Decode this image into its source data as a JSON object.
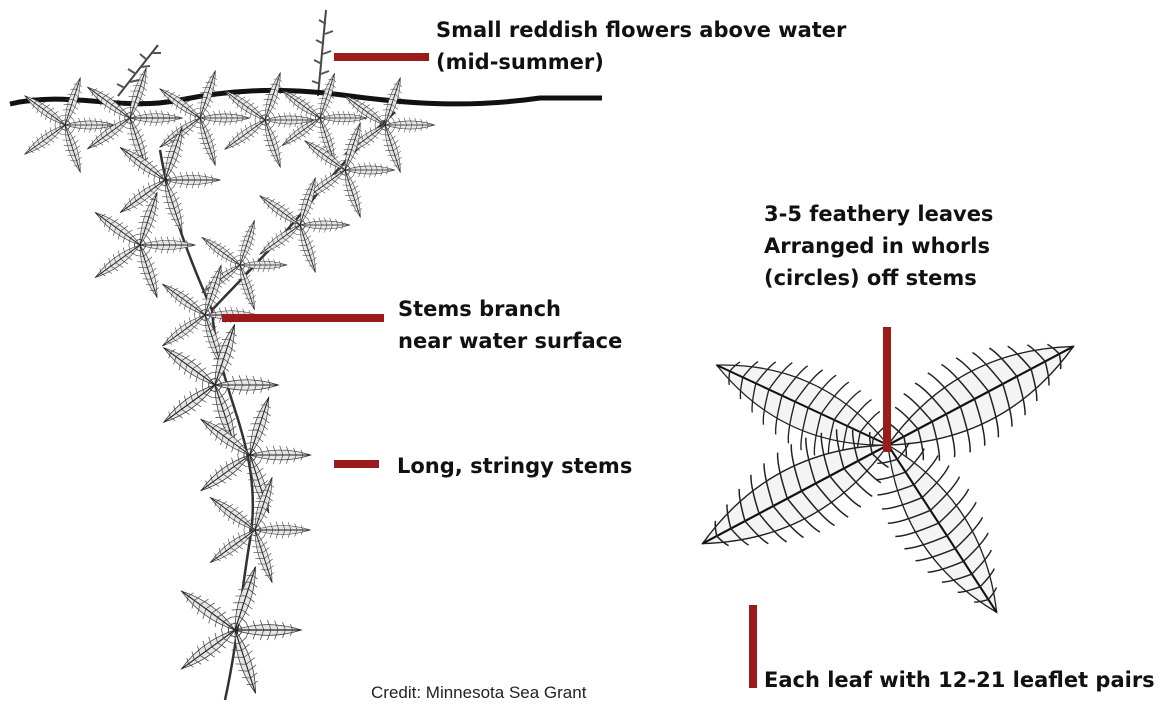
{
  "labels": {
    "flowers": [
      "Small reddish flowers above water",
      "(mid-summer)"
    ],
    "stems_branch": [
      "Stems branch",
      "near water surface"
    ],
    "stringy": [
      "Long, stringy stems"
    ],
    "whorls": [
      "3-5 feathery leaves",
      "Arranged in whorls",
      "(circles) off stems"
    ],
    "leaflets": [
      "Each leaf with 12-21 leaflet pairs"
    ]
  },
  "credit": "Credit: Minnesota Sea Grant",
  "colors": {
    "leader": "#9b1b1b",
    "ink": "#1a1a1a",
    "leaf": "#555555"
  }
}
